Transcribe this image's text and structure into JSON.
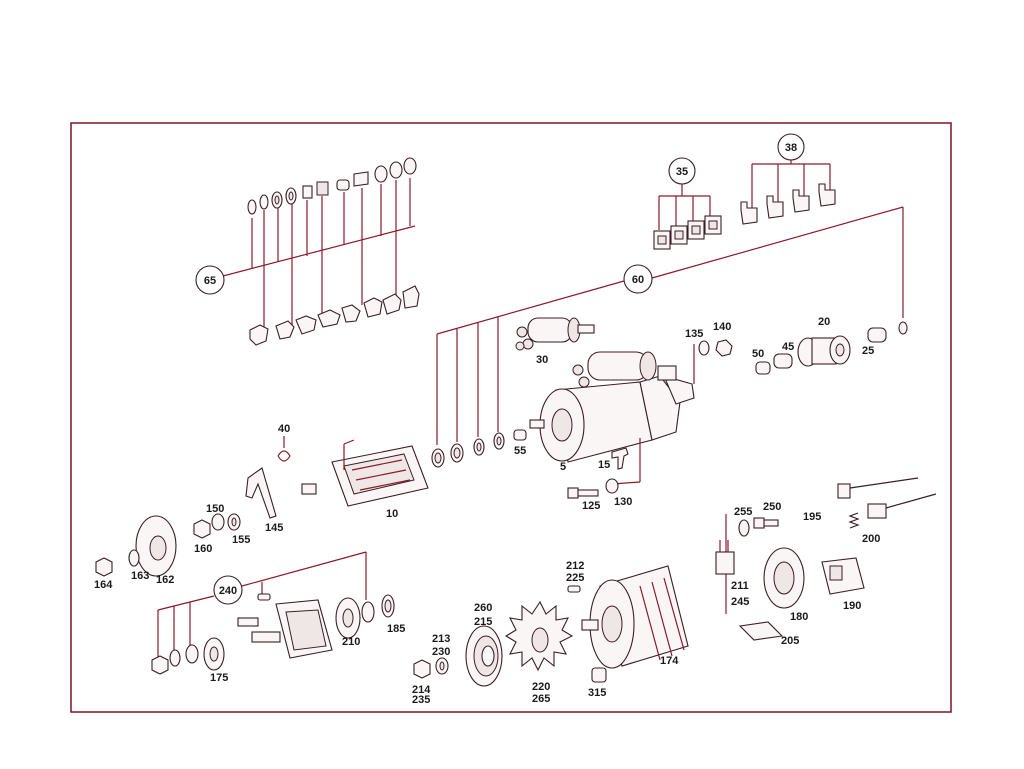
{
  "diagram": {
    "group_labels": {
      "g65": "65",
      "g60": "60",
      "g35": "35",
      "g38": "38",
      "g240": "240"
    },
    "part_labels": {
      "p20": "20",
      "p25": "25",
      "p45": "45",
      "p50": "50",
      "p135": "135",
      "p140": "140",
      "p30": "30",
      "p5": "5",
      "p15": "15",
      "p55": "55",
      "p125": "125",
      "p130": "130",
      "p40": "40",
      "p10": "10",
      "p145": "145",
      "p150": "150",
      "p160": "160",
      "p155": "155",
      "p164": "164",
      "p163": "163",
      "p162": "162",
      "p255": "255",
      "p250": "250",
      "p195": "195",
      "p200": "200",
      "p211": "211",
      "p245": "245",
      "p180": "180",
      "p205": "205",
      "p190": "190",
      "p212": "212",
      "p225": "225",
      "p260": "260",
      "p215": "215",
      "p213": "213",
      "p230": "230",
      "p214": "214",
      "p235": "235",
      "p220": "220",
      "p265": "265",
      "p315": "315",
      "p174": "174",
      "p210": "210",
      "p185": "185",
      "p175": "175"
    }
  }
}
